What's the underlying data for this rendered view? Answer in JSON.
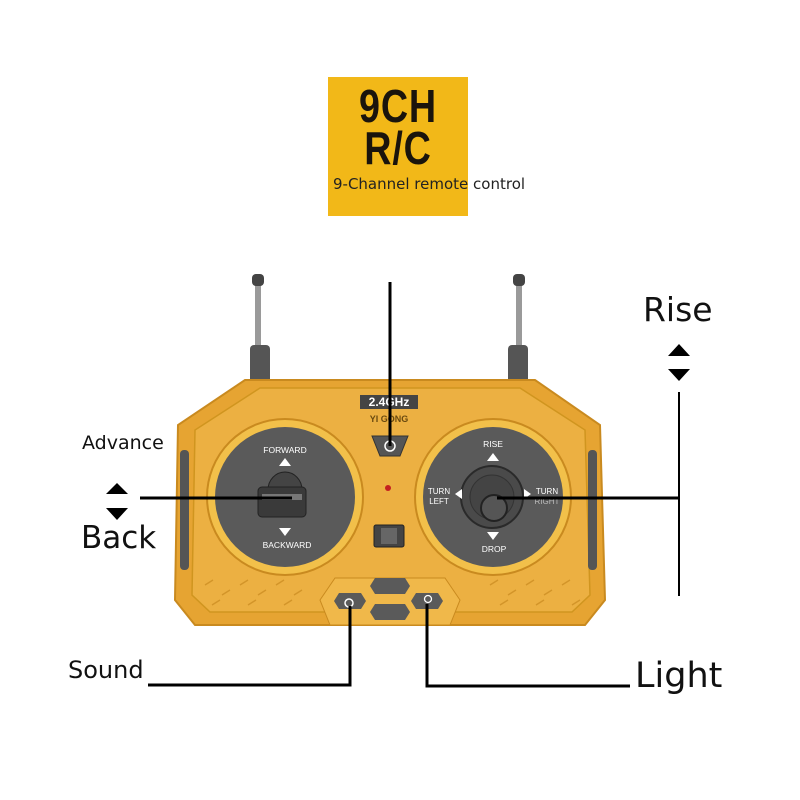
{
  "badge": {
    "title_line1": "9CH",
    "title_line2": "R/C",
    "subtitle": "9-Channel remote control",
    "color": "#f2b818"
  },
  "remote": {
    "body_color": "#e8a631",
    "frequency": "2.4GHz",
    "brand": "YI GONG",
    "left_stick": {
      "top": "FORWARD",
      "bottom": "BACKWARD"
    },
    "right_stick": {
      "top": "RISE",
      "bottom": "DROP",
      "left": "TURN LEFT",
      "left_line1": "TURN",
      "left_line2": "LEFT",
      "right_line1": "TURN",
      "right_line2": "RIGHT"
    },
    "icons": [
      "power-icon",
      "sound-icon",
      "light-icon"
    ]
  },
  "callouts": {
    "advance": "Advance",
    "back": "Back",
    "rise": "Rise",
    "sound": "Sound",
    "light": "Light"
  }
}
